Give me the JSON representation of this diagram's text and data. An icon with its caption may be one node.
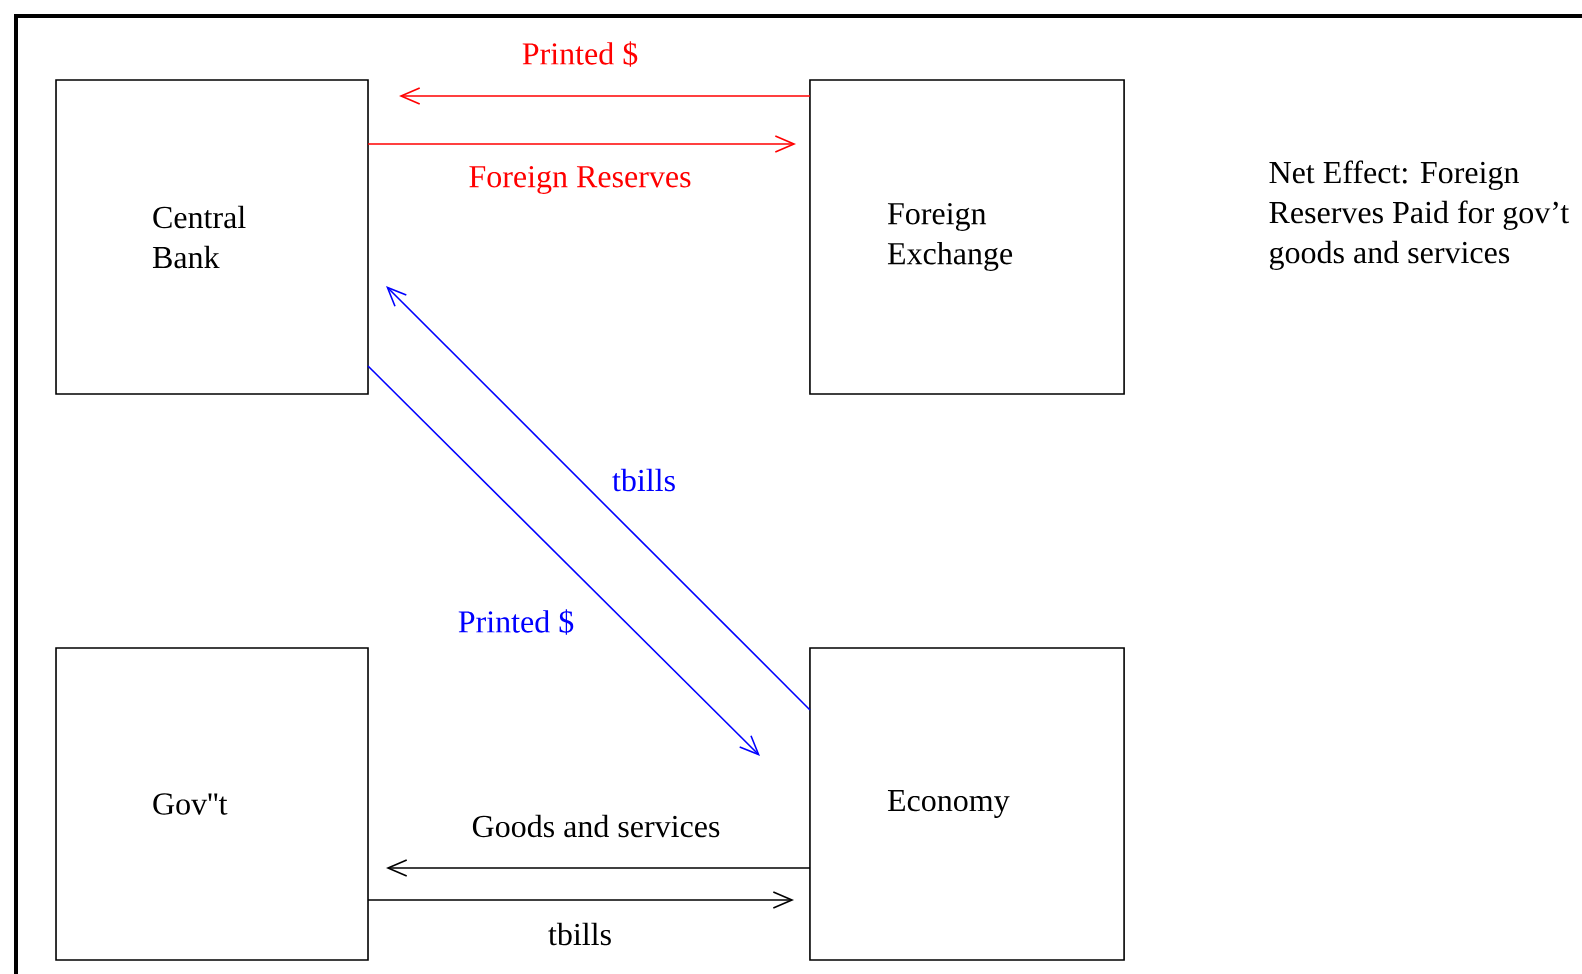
{
  "diagram": {
    "nodes": [
      {
        "text": [
          "Central Bank"
        ]
      },
      {
        "text": [
          "Foreign Exchange"
        ]
      },
      {
        "text": [
          "Gov''t"
        ]
      },
      {
        "text": [
          "Economy"
        ]
      }
    ],
    "edges": [
      {
        "from": 1,
        "to": 0,
        "arrow": "to",
        "label": "Printed $",
        "color": "#ff0000"
      },
      {
        "from": 0,
        "to": 1,
        "arrow": "to",
        "label": "Foreign Reserves",
        "color": "#ff0000"
      },
      {
        "from": 3,
        "to": 0,
        "arrow": "to",
        "label": "tbills",
        "color": "#0000ff"
      },
      {
        "from": 0,
        "to": 3,
        "arrow": "to",
        "label": "Printed $",
        "color": "#0000ff"
      },
      {
        "from": 3,
        "to": 2,
        "arrow": "to",
        "label": "Goods and services",
        "color": "#000000"
      },
      {
        "from": 2,
        "to": 3,
        "arrow": "to",
        "label": "tbills",
        "color": "#000000"
      }
    ],
    "labels": [
      "Net Effect: Foreign Reserves Paid for gov’t goods and services"
    ]
  }
}
